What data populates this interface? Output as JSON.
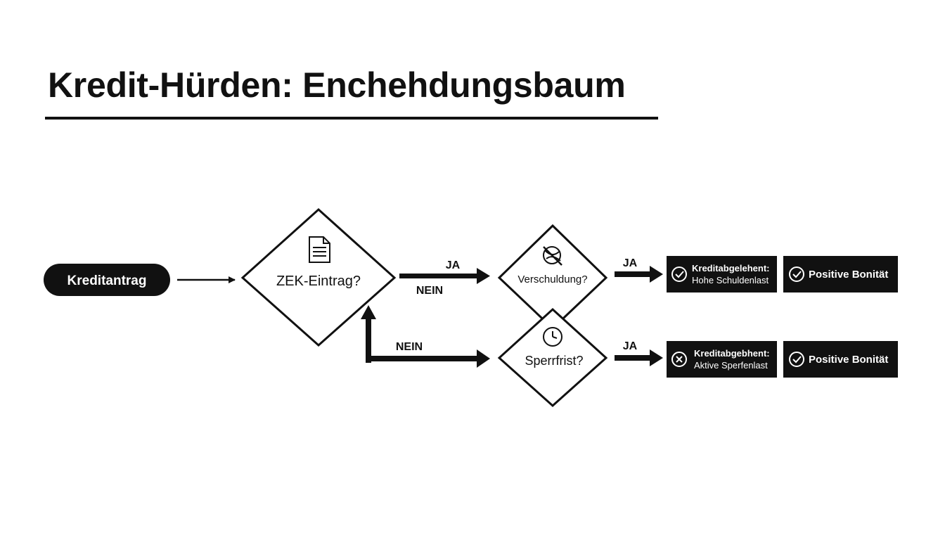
{
  "title": "Kredit-Hürden: Enchehdungsbaum",
  "start": {
    "label": "Kreditantrag"
  },
  "decisions": {
    "zek": "ZEK-Eintrag?",
    "verschuldung": "Verschuldung?",
    "sperrfrist": "Sperrfrist?"
  },
  "edges": {
    "zek_ja": "JA",
    "zek_nein_top": "NEIN",
    "zek_nein_bottom": "NEIN",
    "verschuldung_ja": "JA",
    "sperrfrist_ja": "JA"
  },
  "outcomes": {
    "rejected_debt": {
      "line1": "Kreditabgelehent:",
      "line2": "Hohe Schuldenlast",
      "icon": "check-circle-icon"
    },
    "positive_top": {
      "label": "Positive Bonität",
      "icon": "check-circle-icon"
    },
    "rejected_block": {
      "line1": "Kreditabgebhent:",
      "line2": "Aktive Sperfenlast",
      "icon": "x-circle-icon"
    },
    "positive_bottom": {
      "label": "Positive Bonität",
      "icon": "check-circle-icon"
    }
  },
  "colors": {
    "ink": "#111111",
    "background": "#ffffff"
  }
}
